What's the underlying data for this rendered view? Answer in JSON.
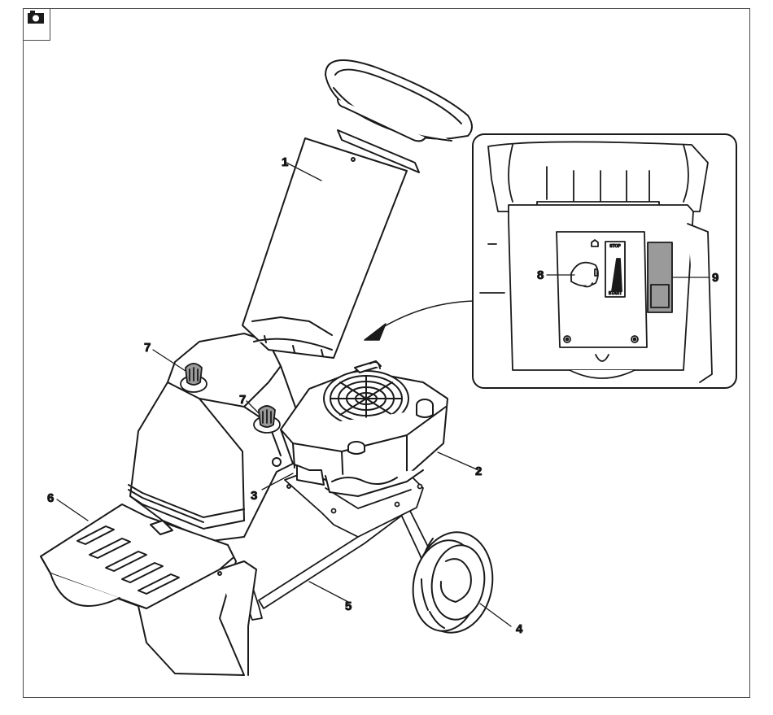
{
  "figure": {
    "icon": "camera-icon",
    "colors": {
      "line": "#1a1a1a",
      "fill": "#ffffff",
      "shade": "#9a9a9a",
      "frame": "#4a4a4a"
    },
    "callouts": {
      "c1": "1",
      "c2": "2",
      "c3": "3",
      "c4": "4",
      "c5": "5",
      "c6": "6",
      "c7a": "7",
      "c7b": "7",
      "c8": "8",
      "c9": "9"
    },
    "panel": {
      "stop": "STOP",
      "start": "START"
    }
  }
}
